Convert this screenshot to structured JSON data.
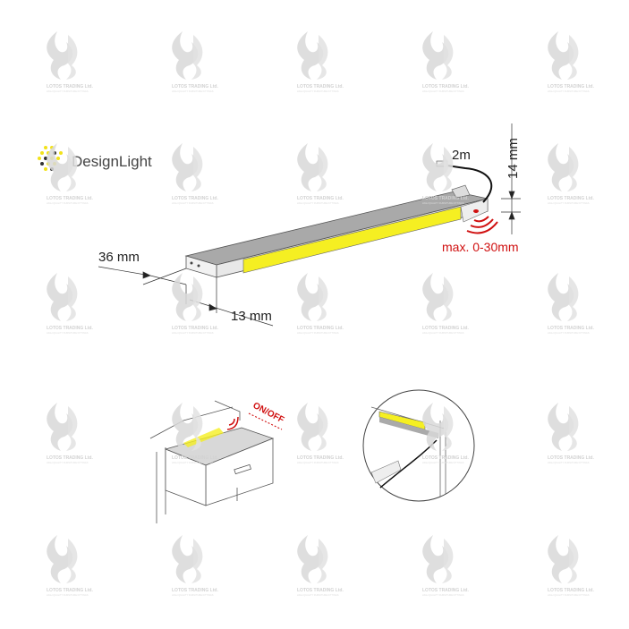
{
  "brand": {
    "logo_text": "DesignLight",
    "colors": {
      "dots_yellow": "#f2e21a",
      "dots_dark": "#333333",
      "text": "#444444"
    }
  },
  "watermark": {
    "title": "LOTOS TRADING Ltd.",
    "subtitle": "HIGH QUALITY FURNITURE FITTINGS",
    "color": "#d8d8d8"
  },
  "dimensions": {
    "width": "36 mm",
    "depth": "13 mm",
    "height": "14 mm",
    "cable_length": "2m",
    "sensor_range": "max. 0-30mm"
  },
  "drawer": {
    "switch_label": "ON/OFF"
  },
  "colors": {
    "led_yellow": "#f5ef22",
    "profile_gray": "#b8b8b8",
    "sensor_red": "#d01010"
  }
}
